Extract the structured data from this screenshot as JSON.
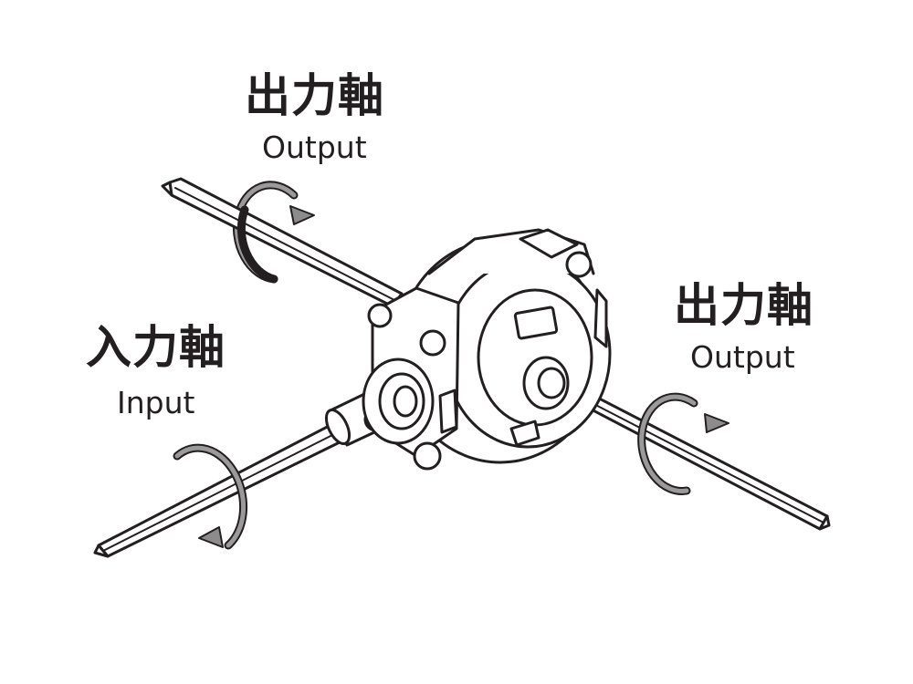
{
  "labels": {
    "output_top": {
      "ja": "出力軸",
      "en": "Output"
    },
    "output_right": {
      "ja": "出力軸",
      "en": "Output"
    },
    "input_left": {
      "ja": "入力軸",
      "en": "Input"
    }
  },
  "colors": {
    "ink": "#231f20",
    "arrow_fill": "#8c8c8c",
    "background": "#ffffff"
  }
}
